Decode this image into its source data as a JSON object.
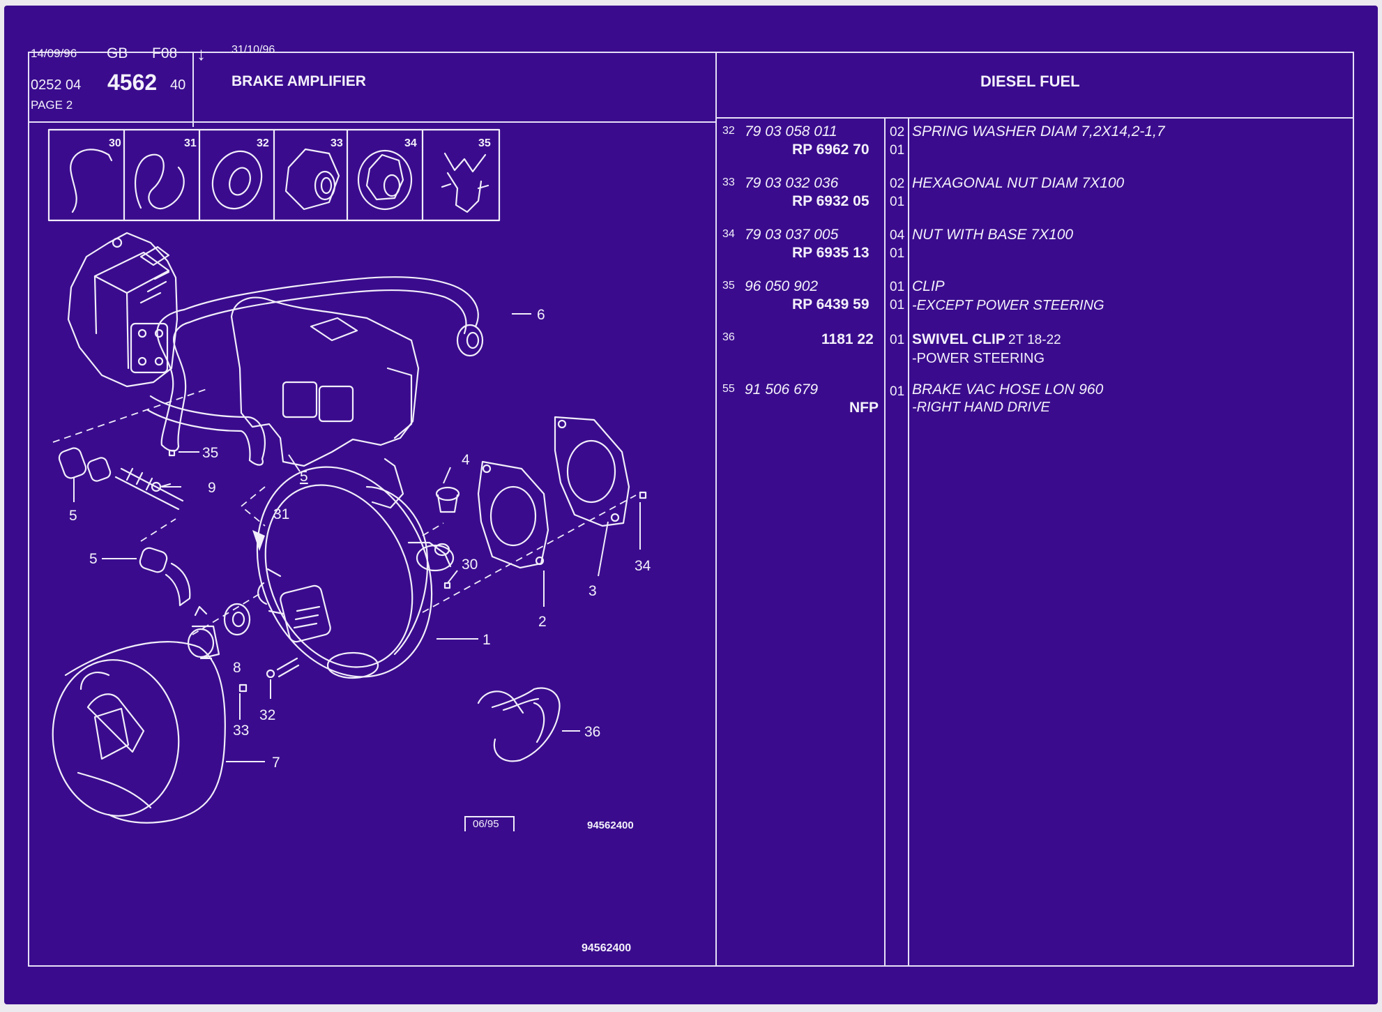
{
  "header": {
    "date_left": "14/09/96",
    "country": "GB",
    "section": "F08",
    "arrow": "↓",
    "code_prefix": "0252 04",
    "code_main": "4562",
    "code_suffix": "40",
    "page": "PAGE 2",
    "date_right": "31/10/96",
    "title": "BRAKE AMPLIFIER",
    "engine": "DIESEL FUEL"
  },
  "icons": [
    {
      "num": "30",
      "name": "spring-clip-icon"
    },
    {
      "num": "31",
      "name": "wire-clip-icon"
    },
    {
      "num": "32",
      "name": "spring-washer-icon"
    },
    {
      "num": "33",
      "name": "hexagonal-nut-icon"
    },
    {
      "num": "34",
      "name": "nut-with-base-icon"
    },
    {
      "num": "35",
      "name": "hose-clip-icon"
    }
  ],
  "callouts": {
    "c1": "1",
    "c2": "2",
    "c3": "3",
    "c4": "4",
    "c5a": "5",
    "c5b": "5",
    "c5c": "5",
    "c6": "6",
    "c7": "7",
    "c8": "8",
    "c9": "9",
    "c30": "30",
    "c31": "31",
    "c32": "32",
    "c33": "33",
    "c34": "34",
    "c35": "35",
    "c36": "36"
  },
  "footer": {
    "stamp_date": "06/95",
    "drawing_ref": "94562400",
    "bottom_ref": "94562400"
  },
  "parts": [
    {
      "ref": "32",
      "part_no": "79 03 058 011",
      "rp": "RP  6962 70",
      "qty1": "02",
      "qty2": "01",
      "desc": "SPRING WASHER DIAM 7,2X14,2-1,7",
      "sub": ""
    },
    {
      "ref": "33",
      "part_no": "79 03 032 036",
      "rp": "RP  6932 05",
      "qty1": "02",
      "qty2": "01",
      "desc": "HEXAGONAL NUT DIAM 7X100",
      "sub": ""
    },
    {
      "ref": "34",
      "part_no": "79 03 037 005",
      "rp": "RP  6935 13",
      "qty1": "04",
      "qty2": "01",
      "desc": "NUT WITH BASE 7X100",
      "sub": ""
    },
    {
      "ref": "35",
      "part_no": "96 050 902",
      "rp": "RP  6439 59",
      "qty1": "01",
      "qty2": "01",
      "desc": "CLIP",
      "sub": "-EXCEPT POWER STEERING"
    },
    {
      "ref": "36",
      "part_no": "",
      "rp": "1181 22",
      "qty1": "01",
      "qty2": "",
      "desc": "SWIVEL CLIP",
      "desc_extra": "2T 18-22",
      "sub": "-POWER STEERING"
    },
    {
      "ref": "55",
      "part_no": "91 506 679",
      "rp": "NFP",
      "qty1": "01",
      "qty2": "",
      "desc": "BRAKE VAC HOSE LON 960",
      "sub": "-RIGHT HAND DRIVE"
    }
  ]
}
